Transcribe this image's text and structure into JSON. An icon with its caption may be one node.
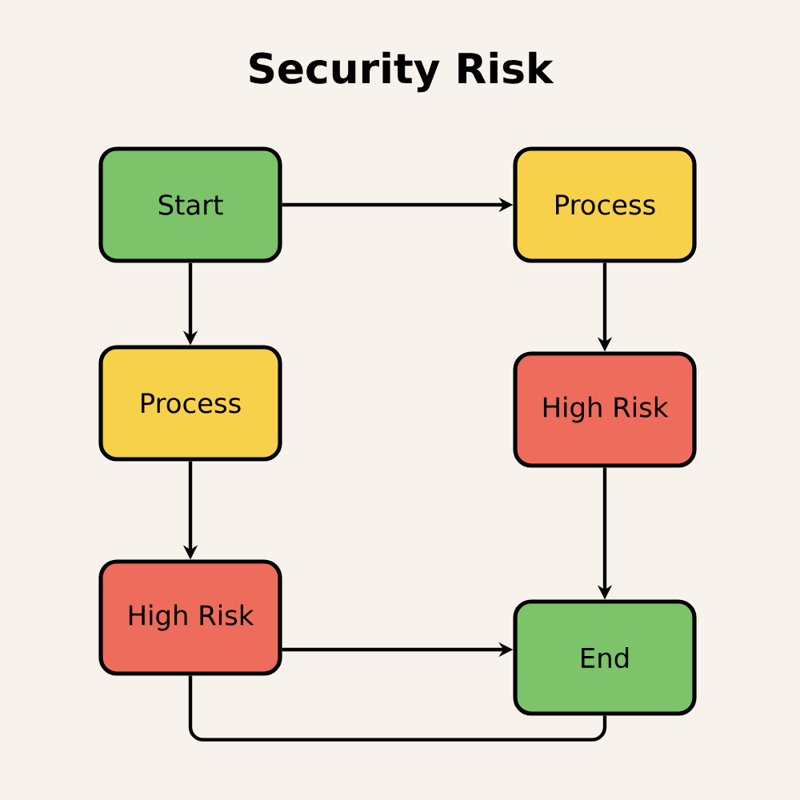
{
  "diagram": {
    "title": "Security Risk",
    "nodes": [
      {
        "text": [
          "Start"
        ]
      },
      {
        "text": [
          "Process"
        ]
      },
      {
        "text": [
          "Process"
        ]
      },
      {
        "text": [
          "High Risk"
        ]
      },
      {
        "text": [
          "High Risk"
        ]
      },
      {
        "text": [
          "End"
        ]
      }
    ],
    "edges": [
      {
        "from": 0,
        "to": 1,
        "arrow": "to"
      },
      {
        "from": 0,
        "to": 2,
        "arrow": "to"
      },
      {
        "from": 2,
        "to": 4,
        "arrow": "to"
      },
      {
        "from": 1,
        "to": 3,
        "arrow": "to"
      },
      {
        "from": 3,
        "to": 5,
        "arrow": "to"
      },
      {
        "from": 4,
        "to": 5,
        "arrow": "to"
      },
      {
        "from": 4,
        "to": 5,
        "arrow": "none"
      }
    ]
  }
}
